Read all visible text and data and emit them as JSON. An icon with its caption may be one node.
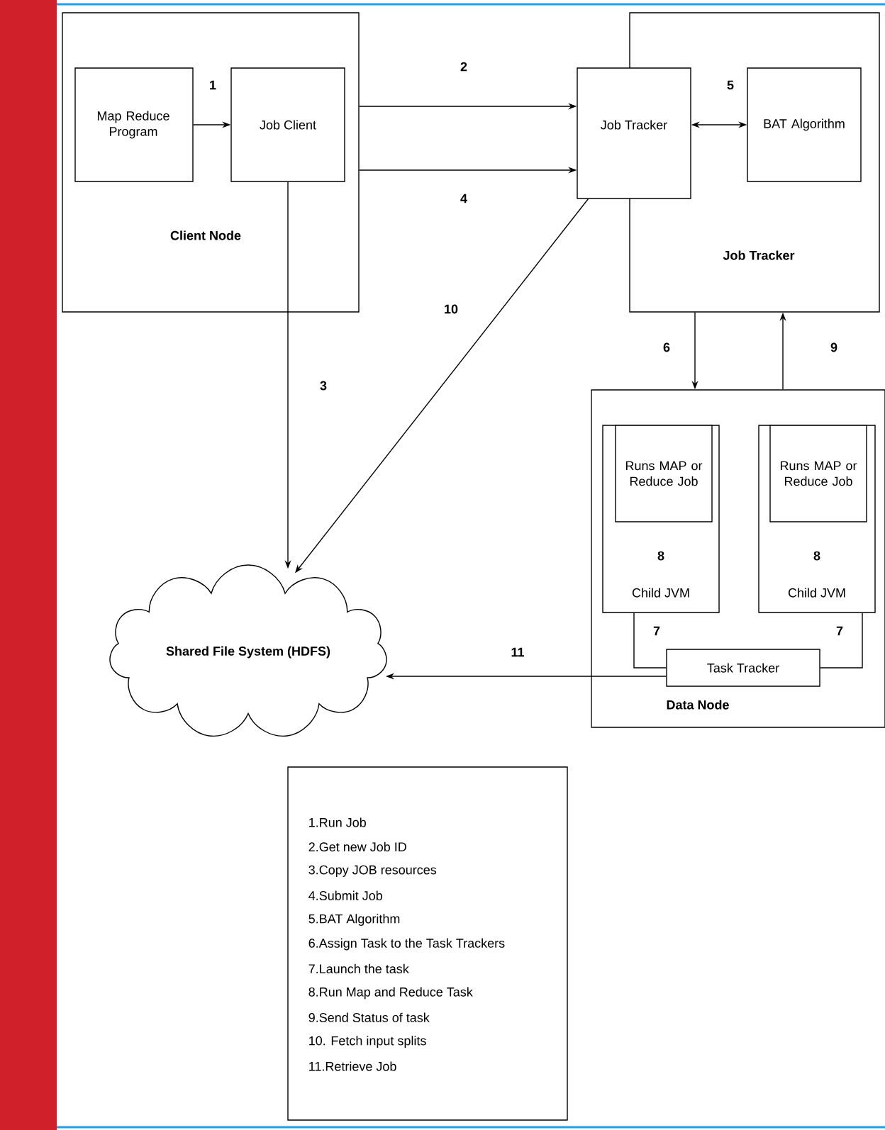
{
  "diagram": {
    "nodes": [
      {
        "text": [
          "Client Node"
        ]
      },
      {
        "text": [
          "Map Reduce Program"
        ],
        "in": 0
      },
      {
        "text": [
          "Job Client"
        ],
        "in": 0
      },
      {
        "text": [
          "Job Tracker"
        ]
      },
      {
        "text": [
          "Job Tracker"
        ]
      },
      {
        "text": [
          "BAT Algorithm"
        ],
        "in": 3
      },
      {
        "text": [
          "Data Node"
        ]
      },
      {
        "text": [
          "8",
          "Child JVM"
        ],
        "in": 6
      },
      {
        "text": [
          "Runs MAP or Reduce Job"
        ],
        "in": 7
      },
      {
        "text": [
          "8",
          "Child JVM"
        ],
        "in": 6
      },
      {
        "text": [
          "Runs MAP or Reduce Job"
        ],
        "in": 9
      },
      {
        "text": [
          "Task Tracker"
        ],
        "in": 6
      },
      {
        "text": [
          "Shared File System (HDFS)"
        ]
      },
      {
        "text": [
          "1.Run Job",
          "2.Get new Job ID",
          "3.Copy JOB resources",
          "4.Submit Job",
          "5.BAT Algorithm",
          "6.Assign Task to the Task Trackers",
          "7.Launch the task",
          "8.Run  Map and Reduce Task",
          "9.Send Status of task",
          "10. Fetch input splits",
          "11.Retrieve Job"
        ]
      }
    ],
    "edges": [
      {
        "from": 1,
        "to": 2,
        "arrow": "to",
        "label": "1"
      },
      {
        "from": 0,
        "to": 4,
        "arrow": "to",
        "label": "2"
      },
      {
        "from": 0,
        "to": 4,
        "arrow": "to",
        "label": "4"
      },
      {
        "from": 2,
        "to": 12,
        "arrow": "to",
        "label": "3"
      },
      {
        "from": 4,
        "to": 5,
        "arrow": "both",
        "label": "5"
      },
      {
        "from": 3,
        "to": 6,
        "arrow": "to",
        "label": "6"
      },
      {
        "from": 6,
        "to": 3,
        "arrow": "to",
        "label": "9"
      },
      {
        "from": 4,
        "to": 12,
        "arrow": "to",
        "label": "10"
      },
      {
        "from": 11,
        "to": 7,
        "arrow": "none",
        "label": "7"
      },
      {
        "from": 11,
        "to": 9,
        "arrow": "none",
        "label": "7"
      },
      {
        "from": 11,
        "to": 12,
        "arrow": "to",
        "label": "11"
      }
    ]
  }
}
